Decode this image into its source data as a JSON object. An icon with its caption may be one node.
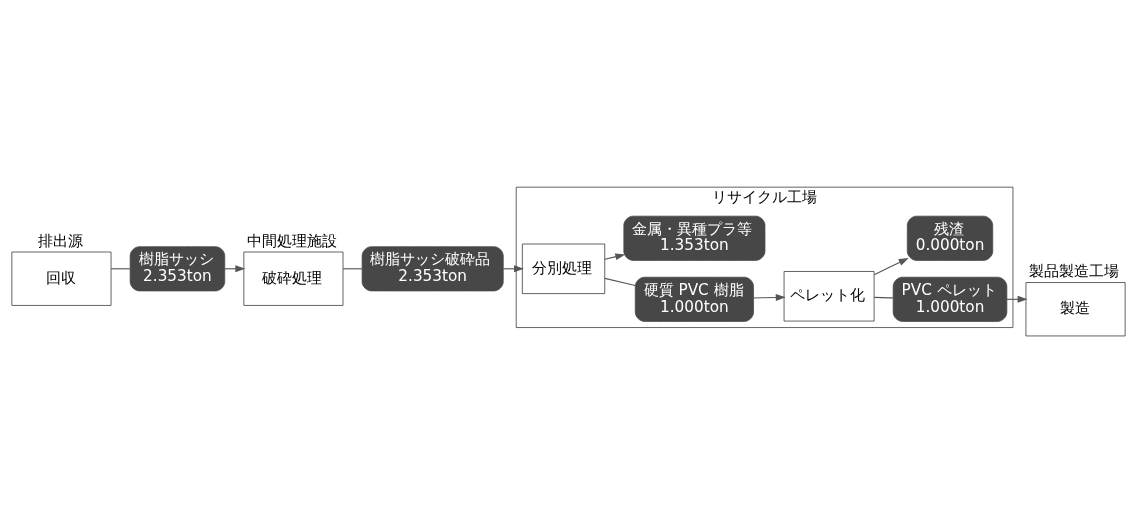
{
  "diagram": {
    "nodes": [
      {
        "text": [
          "回収"
        ],
        "beside": [
          "排出源"
        ]
      },
      {
        "text": [
          "樹脂サッシ 2.353ton"
        ]
      },
      {
        "text": [
          "破砕処理"
        ],
        "beside": [
          "中間処理施設"
        ]
      },
      {
        "text": [
          "樹脂サッシ破砕品 2.353ton"
        ]
      },
      {
        "text": [
          "リサイクル工場"
        ]
      },
      {
        "text": [
          "分別処理"
        ],
        "in": 4
      },
      {
        "text": [
          "硬質 PVC 樹脂 1.000ton"
        ],
        "in": 4
      },
      {
        "text": [
          "ペレット化"
        ],
        "in": 4
      },
      {
        "text": [
          "PVC ペレット 1.000ton"
        ],
        "in": 4
      },
      {
        "text": [
          "金属・異種プラ等 1.353ton"
        ],
        "in": 4
      },
      {
        "text": [
          "残渣 0.000ton"
        ],
        "in": 4
      },
      {
        "text": [
          "製造"
        ],
        "beside": [
          "製品製造工場"
        ]
      }
    ],
    "edges": [
      {
        "from": 0,
        "to": 1,
        "arrow": "none"
      },
      {
        "from": 1,
        "to": 2,
        "arrow": "to"
      },
      {
        "from": 2,
        "to": 3,
        "arrow": "none"
      },
      {
        "from": 3,
        "to": 5,
        "arrow": "to"
      },
      {
        "from": 5,
        "to": 6,
        "arrow": "none"
      },
      {
        "from": 6,
        "to": 7,
        "arrow": "to"
      },
      {
        "from": 7,
        "to": 8,
        "arrow": "none"
      },
      {
        "from": 8,
        "to": 11,
        "arrow": "to"
      },
      {
        "from": 5,
        "to": 9,
        "arrow": "to"
      },
      {
        "from": 7,
        "to": 10,
        "arrow": "to"
      }
    ]
  }
}
